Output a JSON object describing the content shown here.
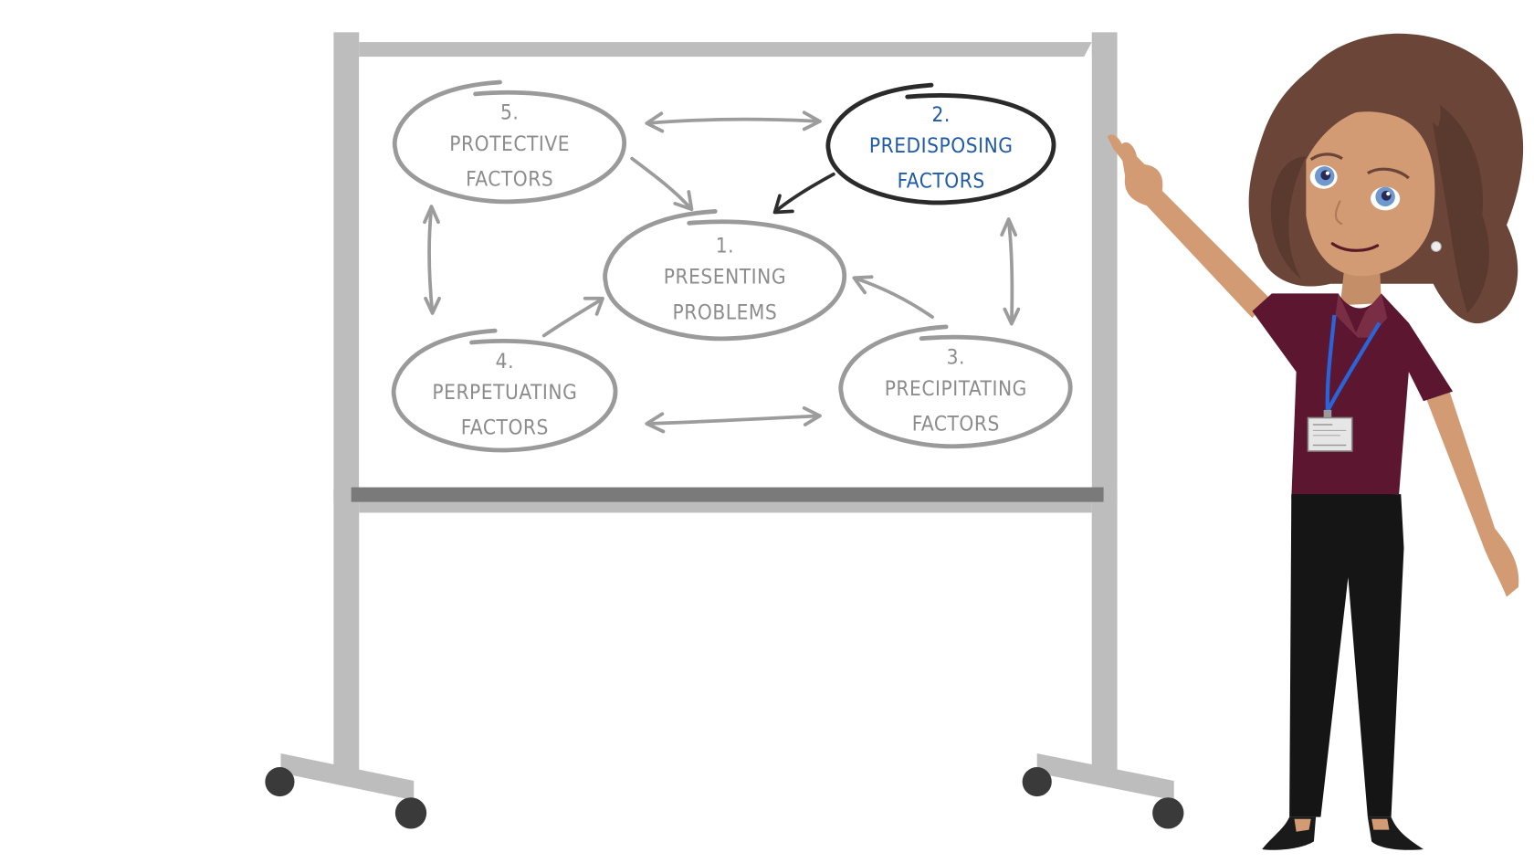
{
  "diagram": {
    "title": "5 P's Formulation",
    "nodes": [
      {
        "id": "presenting",
        "number": "1.",
        "lines": [
          "PRESENTING",
          "PROBLEMS"
        ],
        "highlighted": false
      },
      {
        "id": "predisposing",
        "number": "2.",
        "lines": [
          "PREDISPOSING",
          "FACTORS"
        ],
        "highlighted": true
      },
      {
        "id": "precipitating",
        "number": "3.",
        "lines": [
          "PRECIPITATING",
          "FACTORS"
        ],
        "highlighted": false
      },
      {
        "id": "perpetuating",
        "number": "4.",
        "lines": [
          "PERPETUATING",
          "FACTORS"
        ],
        "highlighted": false
      },
      {
        "id": "protective",
        "number": "5.",
        "lines": [
          "PROTECTIVE",
          "FACTORS"
        ],
        "highlighted": false
      }
    ],
    "edges": [
      {
        "from": "protective",
        "to": "predisposing",
        "type": "bidirectional"
      },
      {
        "from": "protective",
        "to": "perpetuating",
        "type": "bidirectional"
      },
      {
        "from": "predisposing",
        "to": "precipitating",
        "type": "bidirectional"
      },
      {
        "from": "perpetuating",
        "to": "precipitating",
        "type": "bidirectional"
      },
      {
        "from": "protective",
        "to": "presenting",
        "type": "directed"
      },
      {
        "from": "predisposing",
        "to": "presenting",
        "type": "directed",
        "highlighted": true
      },
      {
        "from": "perpetuating",
        "to": "presenting",
        "type": "directed"
      },
      {
        "from": "precipitating",
        "to": "presenting",
        "type": "directed"
      }
    ]
  },
  "colors": {
    "highlight_text": "#1f5aa6",
    "highlight_ring": "#2a2a2a",
    "muted_text": "#8c8c8c",
    "muted_ring": "#9a9a9a",
    "board_frame": "#bdbdbd",
    "board_tray": "#7a7a7a",
    "wheel": "#3a3a3a",
    "shirt": "#5c1630",
    "hair": "#6b4538",
    "skin": "#d29b74",
    "lanyard": "#2a64d8",
    "pants": "#151515"
  },
  "icons": {
    "presenter": "presenter-character-icon",
    "whiteboard": "whiteboard-icon",
    "id_badge": "id-badge-icon"
  }
}
